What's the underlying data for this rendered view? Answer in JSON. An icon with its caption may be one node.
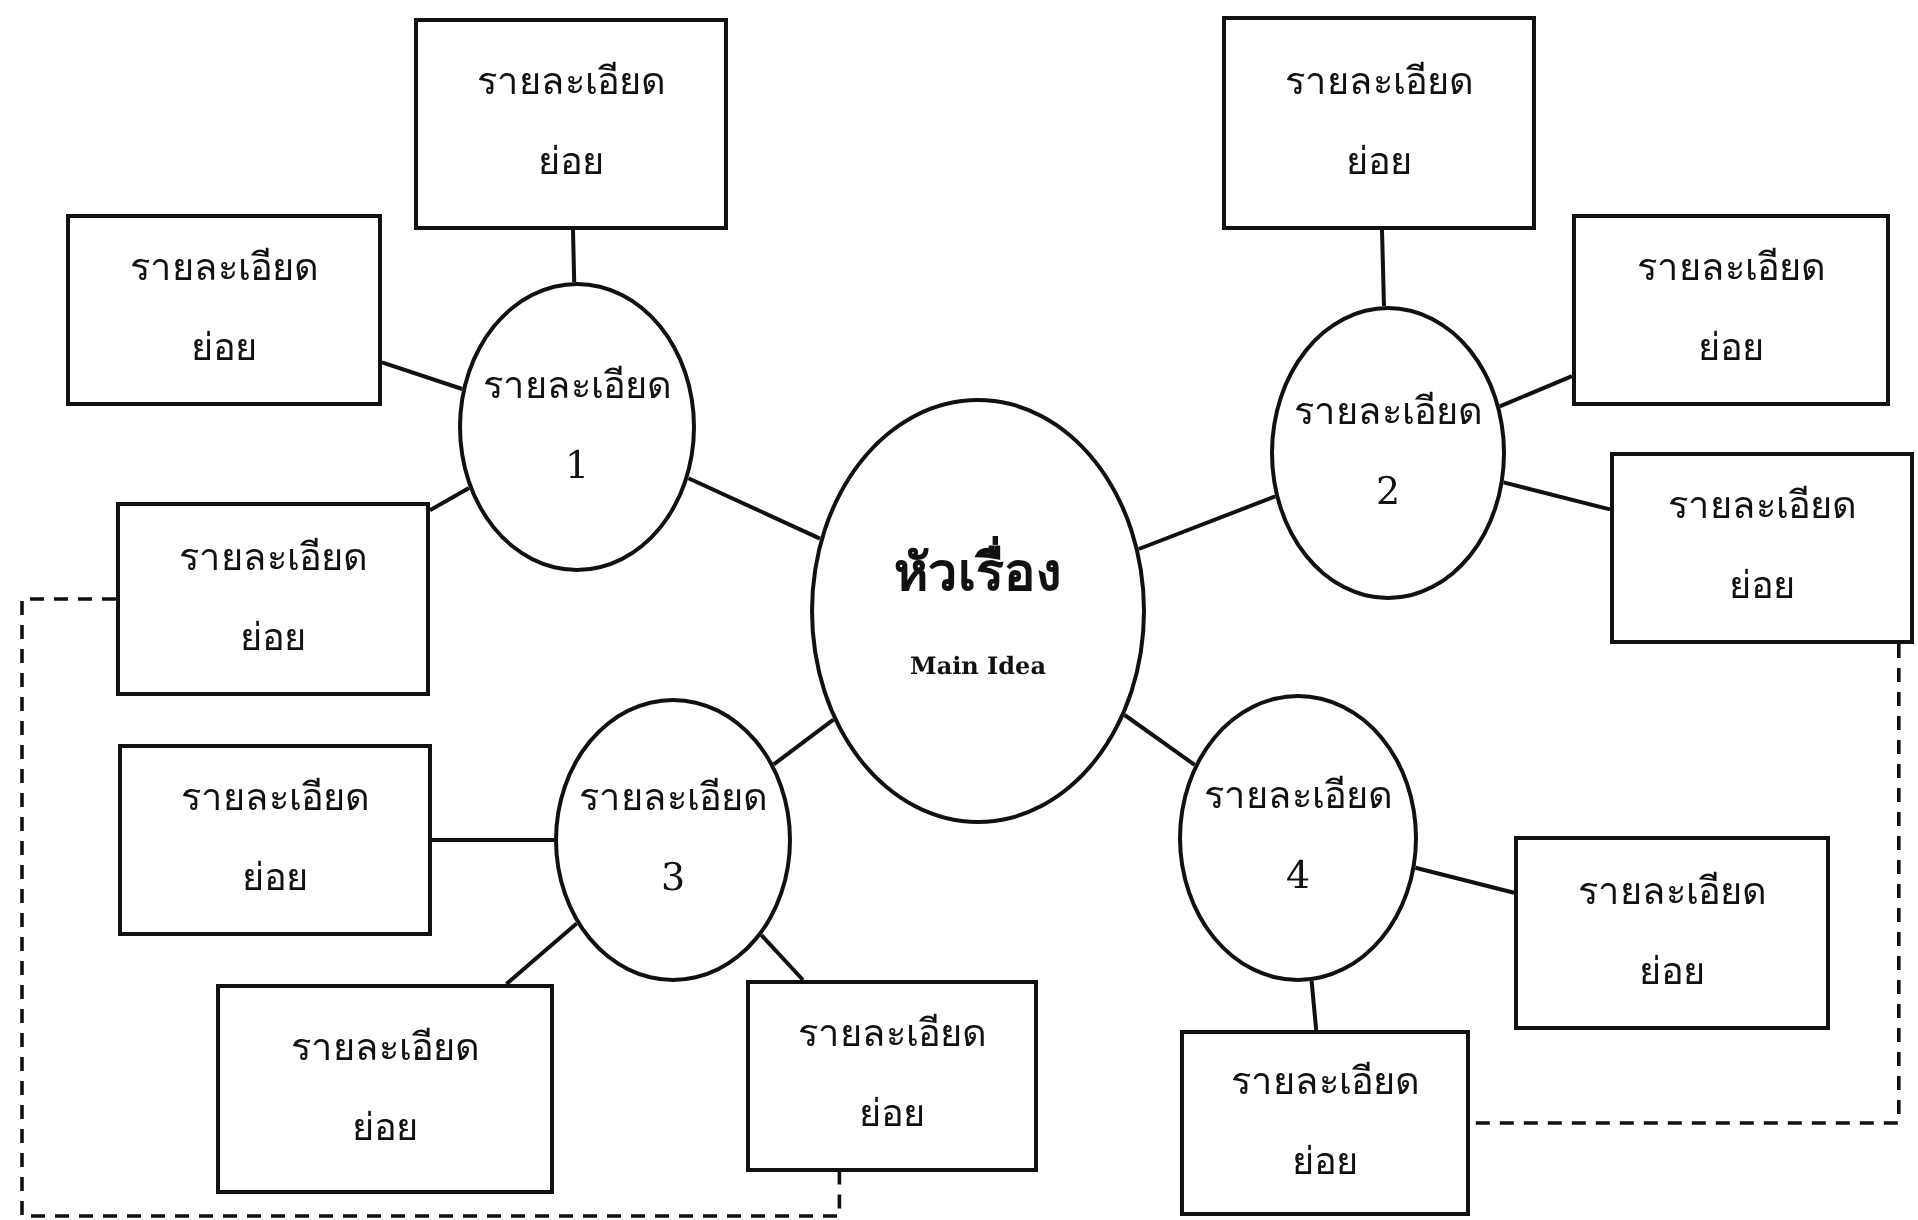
{
  "diagram": {
    "nodes": [
      {
        "text": [
          "หัวเรื่อง",
          "Main Idea"
        ]
      },
      {
        "text": [
          "รายละเอียด 1"
        ]
      },
      {
        "text": [
          "รายละเอียด ย่อย"
        ]
      },
      {
        "text": [
          "รายละเอียด ย่อย"
        ]
      },
      {
        "text": [
          "รายละเอียด ย่อย"
        ]
      },
      {
        "text": [
          "รายละเอียด 2"
        ]
      },
      {
        "text": [
          "รายละเอียด ย่อย"
        ]
      },
      {
        "text": [
          "รายละเอียด ย่อย"
        ]
      },
      {
        "text": [
          "รายละเอียด ย่อย"
        ]
      },
      {
        "text": [
          "รายละเอียด 3"
        ]
      },
      {
        "text": [
          "รายละเอียด ย่อย"
        ]
      },
      {
        "text": [
          "รายละเอียด ย่อย"
        ]
      },
      {
        "text": [
          "รายละเอียด ย่อย"
        ]
      },
      {
        "text": [
          "รายละเอียด 4"
        ]
      },
      {
        "text": [
          "รายละเอียด ย่อย"
        ]
      },
      {
        "text": [
          "รายละเอียด ย่อย"
        ]
      }
    ],
    "edges": [
      {
        "from": 0,
        "to": 1,
        "arrow": "none"
      },
      {
        "from": 0,
        "to": 5,
        "arrow": "none"
      },
      {
        "from": 0,
        "to": 9,
        "arrow": "none"
      },
      {
        "from": 0,
        "to": 13,
        "arrow": "none"
      },
      {
        "from": 1,
        "to": 2,
        "arrow": "none"
      },
      {
        "from": 1,
        "to": 3,
        "arrow": "none"
      },
      {
        "from": 1,
        "to": 4,
        "arrow": "none"
      },
      {
        "from": 5,
        "to": 6,
        "arrow": "none"
      },
      {
        "from": 5,
        "to": 7,
        "arrow": "none"
      },
      {
        "from": 5,
        "to": 8,
        "arrow": "none"
      },
      {
        "from": 9,
        "to": 10,
        "arrow": "none"
      },
      {
        "from": 9,
        "to": 11,
        "arrow": "none"
      },
      {
        "from": 9,
        "to": 12,
        "arrow": "none"
      },
      {
        "from": 13,
        "to": 14,
        "arrow": "none"
      },
      {
        "from": 13,
        "to": 15,
        "arrow": "none"
      },
      {
        "from": 4,
        "to": 12,
        "arrow": "none",
        "style": "dashed"
      },
      {
        "from": 8,
        "to": 15,
        "arrow": "none",
        "style": "dashed"
      }
    ]
  }
}
